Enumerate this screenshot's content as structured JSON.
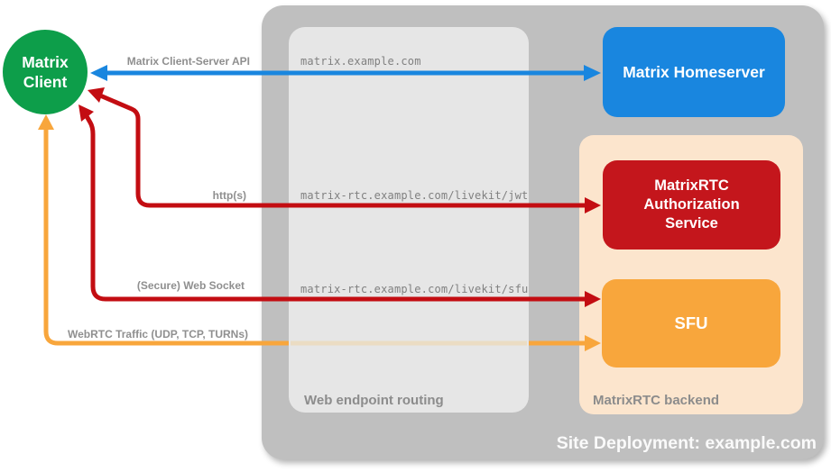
{
  "colors": {
    "green": "#0D9E4A",
    "blue": "#1986DF",
    "red": "#C30D12",
    "red_box": "#C4161C",
    "orange": "#F8A63C",
    "faded_orange": "#EBDCC3",
    "site_gray": "#BFBFBF",
    "routing_gray": "#E6E6E6",
    "backend_peach": "#FCE5CD"
  },
  "diagram": {
    "client": {
      "label": "Matrix Client"
    },
    "homeserver": {
      "label": "Matrix Homeserver"
    },
    "auth_service": {
      "label": "MatrixRTC Authorization Service"
    },
    "sfu": {
      "label": "SFU"
    },
    "site_container": {
      "label": "Site Deployment: example.com"
    },
    "routing_container": {
      "label": "Web endpoint routing"
    },
    "backend_container": {
      "label": "MatrixRTC backend"
    },
    "routes": {
      "homeserver": "matrix.example.com",
      "jwt": "matrix-rtc.example.com/livekit/jwt",
      "sfu": "matrix-rtc.example.com/livekit/sfu"
    },
    "edges": {
      "client_server_api": "Matrix Client-Server API",
      "http": "http(s)",
      "websocket": "(Secure) Web Socket",
      "webrtc": "WebRTC Traffic (UDP, TCP, TURNs)"
    }
  }
}
